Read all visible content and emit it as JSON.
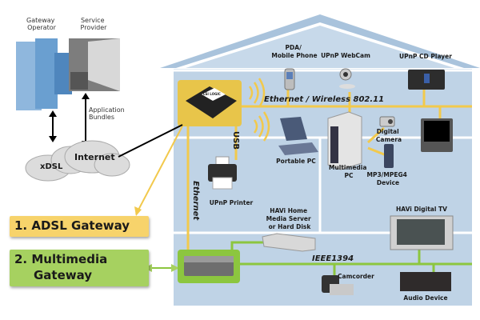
{
  "colors": {
    "house_fill": "#bfd3e6",
    "roof": "#a9c3dc",
    "ethernet_line": "#f2c94c",
    "ieee_line": "#8cc63f",
    "adsl_box": "#f7d36b",
    "multimedia_box": "#a6d160",
    "room_divider": "#ffffff"
  },
  "outside": {
    "gateway_operator": [
      "Gateway",
      "Operator"
    ],
    "service_provider": [
      "Service",
      "Provider"
    ],
    "application_bundles": [
      "Application",
      "Bundles"
    ],
    "xdsl": "xDSL",
    "internet": "Internet"
  },
  "gateways": {
    "adsl": "1. ADSL Gateway",
    "multimedia": [
      "2. Multimedia",
      "Gateway"
    ]
  },
  "networks": {
    "ethernet_wireless": "Ethernet / Wireless 802.11",
    "usb": "USB",
    "ethernet": "Ethernet",
    "ieee1394": "IEEE1394"
  },
  "devices": {
    "pda": [
      "PDA/",
      "Mobile Phone"
    ],
    "webcam": "UPnP WebCam",
    "cd_player": "UPnP CD Player",
    "portable_pc": "Portable PC",
    "multimedia_pc": [
      "Multimedia",
      "PC"
    ],
    "digital_camera": [
      "Digital",
      "Camera"
    ],
    "mp3": [
      "MP3/MPEG4",
      "Device"
    ],
    "printer": "UPnP Printer",
    "havi_server": [
      "HAVi Home",
      "Media Server",
      "or Hard Disk"
    ],
    "havi_tv": "HAVi Digital TV",
    "camcorder": "Camcorder",
    "audio_device": "Audio Device"
  },
  "chip_label": "LSI LOGIC"
}
